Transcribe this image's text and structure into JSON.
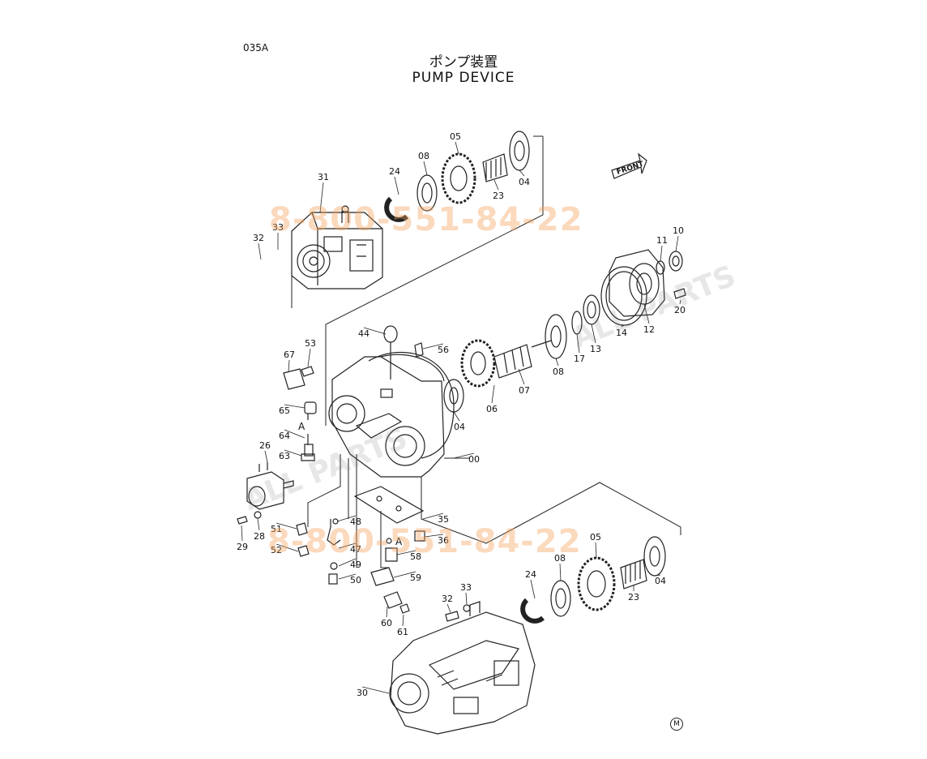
{
  "sheet": {
    "code": "035A",
    "title_jp": "ポンプ装置",
    "title_en": "PUMP DEVICE"
  },
  "front_arrow_label": "FRONT",
  "corner_mark": "M",
  "watermarks": [
    "8-800-551-84-22",
    "8-800-551-84-22",
    "ALL PARTS",
    "ALL PARTS"
  ],
  "parts": [
    {
      "id": "p00",
      "label": "00"
    },
    {
      "id": "p04a",
      "label": "04"
    },
    {
      "id": "p04b",
      "label": "04"
    },
    {
      "id": "p04c",
      "label": "04"
    },
    {
      "id": "p05a",
      "label": "05"
    },
    {
      "id": "p05b",
      "label": "05"
    },
    {
      "id": "p06",
      "label": "06"
    },
    {
      "id": "p07",
      "label": "07"
    },
    {
      "id": "p08a",
      "label": "08"
    },
    {
      "id": "p08b",
      "label": "08"
    },
    {
      "id": "p08c",
      "label": "08"
    },
    {
      "id": "p10",
      "label": "10"
    },
    {
      "id": "p11",
      "label": "11"
    },
    {
      "id": "p12",
      "label": "12"
    },
    {
      "id": "p13",
      "label": "13"
    },
    {
      "id": "p14",
      "label": "14"
    },
    {
      "id": "p17",
      "label": "17"
    },
    {
      "id": "p20",
      "label": "20"
    },
    {
      "id": "p23a",
      "label": "23"
    },
    {
      "id": "p23b",
      "label": "23"
    },
    {
      "id": "p24a",
      "label": "24"
    },
    {
      "id": "p24b",
      "label": "24"
    },
    {
      "id": "p26",
      "label": "26"
    },
    {
      "id": "p28",
      "label": "28"
    },
    {
      "id": "p29",
      "label": "29"
    },
    {
      "id": "p30",
      "label": "30"
    },
    {
      "id": "p31",
      "label": "31"
    },
    {
      "id": "p32a",
      "label": "32"
    },
    {
      "id": "p32b",
      "label": "32"
    },
    {
      "id": "p33a",
      "label": "33"
    },
    {
      "id": "p33b",
      "label": "33"
    },
    {
      "id": "p35",
      "label": "35"
    },
    {
      "id": "p36",
      "label": "36"
    },
    {
      "id": "p44",
      "label": "44"
    },
    {
      "id": "p47",
      "label": "47"
    },
    {
      "id": "p48",
      "label": "48"
    },
    {
      "id": "p49",
      "label": "49"
    },
    {
      "id": "p50",
      "label": "50"
    },
    {
      "id": "p51",
      "label": "51"
    },
    {
      "id": "p52",
      "label": "52"
    },
    {
      "id": "p53",
      "label": "53"
    },
    {
      "id": "p56",
      "label": "56"
    },
    {
      "id": "p58",
      "label": "58"
    },
    {
      "id": "p59",
      "label": "59"
    },
    {
      "id": "p60",
      "label": "60"
    },
    {
      "id": "p61",
      "label": "61"
    },
    {
      "id": "p63",
      "label": "63"
    },
    {
      "id": "p64",
      "label": "64"
    },
    {
      "id": "p65",
      "label": "65"
    },
    {
      "id": "p67",
      "label": "67"
    }
  ],
  "refs": [
    "A",
    "A"
  ]
}
